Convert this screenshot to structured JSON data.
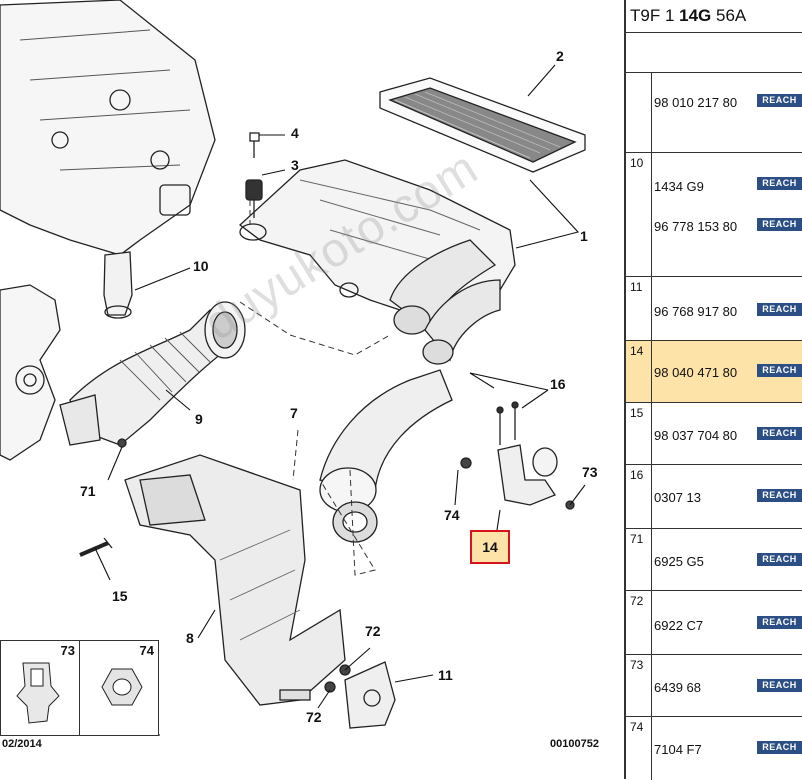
{
  "diagram": {
    "callouts": [
      {
        "key": "c2",
        "label": "2"
      },
      {
        "key": "c4",
        "label": "4"
      },
      {
        "key": "c3",
        "label": "3"
      },
      {
        "key": "c1",
        "label": "1"
      },
      {
        "key": "c10",
        "label": "10"
      },
      {
        "key": "c16",
        "label": "16"
      },
      {
        "key": "c9",
        "label": "9"
      },
      {
        "key": "c7",
        "label": "7"
      },
      {
        "key": "c73",
        "label": "73"
      },
      {
        "key": "c71",
        "label": "71"
      },
      {
        "key": "c74",
        "label": "74"
      },
      {
        "key": "c14",
        "label": "14"
      },
      {
        "key": "c15",
        "label": "15"
      },
      {
        "key": "c8",
        "label": "8"
      },
      {
        "key": "c72a",
        "label": "72"
      },
      {
        "key": "c11",
        "label": "11"
      },
      {
        "key": "c72b",
        "label": "72"
      }
    ],
    "watermark": "duyukoto.com",
    "inset_labels": {
      "left": "73",
      "right": "74"
    },
    "footer_date": "02/2014",
    "footer_ref": "00100752"
  },
  "table": {
    "header_prefix": "T9F 1 ",
    "header_bold": "14G",
    "header_suffix": " 56A",
    "reach_label": "REACH",
    "rows": [
      {
        "idx": "",
        "parts": []
      },
      {
        "idx": "",
        "parts": [
          "98 010 217 80"
        ]
      },
      {
        "idx": "10",
        "parts": [
          "1434 G9",
          "96 778 153 80"
        ]
      },
      {
        "idx": "11",
        "parts": [
          "96 768 917 80"
        ]
      },
      {
        "idx": "14",
        "parts": [
          "98 040 471 80"
        ],
        "highlight": true
      },
      {
        "idx": "15",
        "parts": [
          "98 037 704 80"
        ]
      },
      {
        "idx": "16",
        "parts": [
          "0307 13"
        ]
      },
      {
        "idx": "71",
        "parts": [
          "6925 G5"
        ]
      },
      {
        "idx": "72",
        "parts": [
          "6922 C7"
        ]
      },
      {
        "idx": "73",
        "parts": [
          "6439 68"
        ]
      },
      {
        "idx": "74",
        "parts": [
          "7104 F7"
        ]
      }
    ]
  },
  "colors": {
    "highlight_fill": "#fde3a8",
    "highlight_border": "#d6141b",
    "reach_badge": "#2b4f85"
  }
}
